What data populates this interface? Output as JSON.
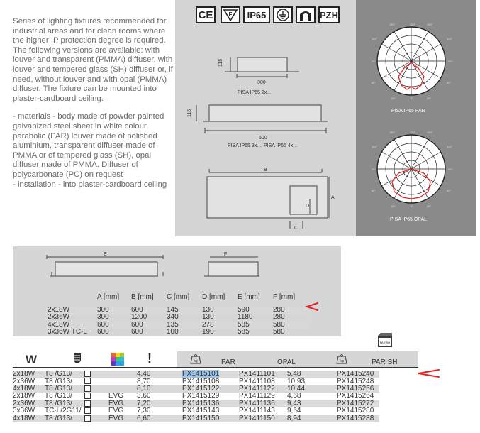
{
  "description": {
    "paragraph": "Series of lighting fixtures recommended for industrial areas and for clean rooms where the higher IP protection degree is required. The following versions are available: with louver and transparent (PMMA) diffuser, with louver and tempered glass (SH) diffuser or, if need, without louver and with opal (PMMA) diffuser. The fixture can be mounted into plaster-cardboard ceiling.",
    "bullets": [
      "- materials - body made of powder painted galvanized steel sheet in white colour, parabolic (PAR) louver made of polished aluminium, transparent diffuser made of PMMA or of tempered glass (SH), opal diffuser made of PMMA. Diffuser of polycarbonate (PC) on request",
      "- installation - into plaster-cardboard ceiling"
    ]
  },
  "certifications": [
    "CE",
    "F",
    "IP65",
    "⏚",
    "",
    "PZH"
  ],
  "drawings": {
    "top_height": "115",
    "top_width": "300",
    "top_caption": "PISA IP65 2x...",
    "mid_height": "115",
    "mid_width": "600",
    "mid_caption": "PISA IP65 3x..., PISA IP65 4x...",
    "labels": {
      "a": "A",
      "b": "B",
      "c": "C",
      "d": "D",
      "e": "E",
      "f": "F"
    }
  },
  "polar": {
    "top_caption": "PISA IP65 PAR",
    "bottom_caption": "PISA IP65 OPAL",
    "top_angles": [
      "150°",
      "180°",
      "150°",
      "120°",
      "120°",
      "90°",
      "90°",
      "60°",
      "60°",
      "30°",
      "0°",
      "30°"
    ],
    "bottom_angles": [
      "150°",
      "180°",
      "150°",
      "120°",
      "120°",
      "90°",
      "90°",
      "60°",
      "60°",
      "30°",
      "0°",
      "30°"
    ]
  },
  "dimensions_table": {
    "headers": [
      "A [mm]",
      "B [mm]",
      "C [mm]",
      "D [mm]",
      "E [mm]",
      "F [mm]"
    ],
    "rows": [
      [
        "2x18W",
        "300",
        "600",
        "145",
        "130",
        "590",
        "280"
      ],
      [
        "2x36W",
        "300",
        "1200",
        "340",
        "130",
        "1180",
        "280"
      ],
      [
        "4x18W",
        "600",
        "600",
        "135",
        "278",
        "585",
        "580"
      ],
      [
        "3x36W TC-L",
        "600",
        "600",
        "100",
        "190",
        "585",
        "580"
      ]
    ]
  },
  "order_table": {
    "w_icon_label": "W",
    "excl_label": "!",
    "kg_label": "kg",
    "headers": [
      "PAR",
      "OPAL",
      "PAR SH"
    ],
    "sh_badge": "PAR SH",
    "rows": [
      [
        "2x18W",
        "T8 /G13/",
        "",
        "4,40",
        "PX1415101",
        "PX1411101",
        "5,48",
        "PX1415240"
      ],
      [
        "2x36W",
        "T8 /G13/",
        "",
        "8,70",
        "PX1415108",
        "PX1411108",
        "10,93",
        "PX1415248"
      ],
      [
        "4x18W",
        "T8 /G13/",
        "",
        "8,10",
        "PX1415122",
        "PX1411122",
        "10,44",
        "PX1415256"
      ],
      [
        "2x18W",
        "T8 /G13/",
        "EVG",
        "3,60",
        "PX1415129",
        "PX1411129",
        "4,68",
        "PX1415264"
      ],
      [
        "2x36W",
        "T8 /G13/",
        "EVG",
        "7,20",
        "PX1415136",
        "PX1411136",
        "9,43",
        "PX1415272"
      ],
      [
        "3x36W",
        "TC-L/2G11/",
        "EVG",
        "7,30",
        "PX1415143",
        "PX1411143",
        "9,64",
        "PX1415280"
      ],
      [
        "4x18W",
        "T8 /G13/",
        "EVG",
        "6,60",
        "PX1415150",
        "PX1411150",
        "8,94",
        "PX1415288"
      ]
    ]
  },
  "colors": {
    "annotation": "#e8231f",
    "highlight": "#9ec3e8",
    "panel_dark": "#8a8a8a",
    "panel_light": "#d4d4d4"
  }
}
